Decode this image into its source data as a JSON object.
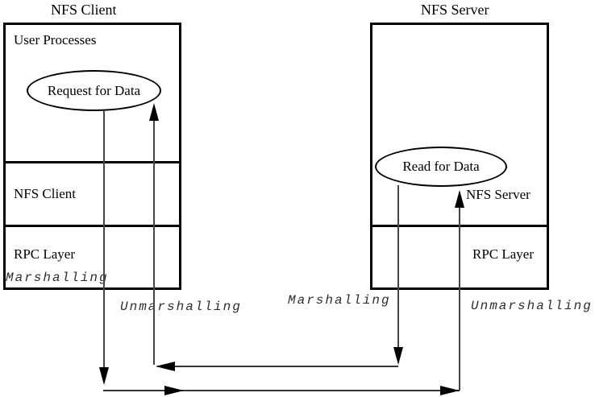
{
  "colors": {
    "background": "#ffffff",
    "box_border": "#000000",
    "connector_line": "#454545",
    "text": "#000000",
    "note_text": "#2e2e2e"
  },
  "client": {
    "title": "NFS Client",
    "user_processes_label": "User Processes",
    "request_ellipse_label": "Request for Data",
    "nfs_client_label": "NFS Client",
    "rpc_layer_label": "RPC Layer",
    "marshalling_label": "Marshalling",
    "unmarshalling_label": "Unmarshalling"
  },
  "server": {
    "title": "NFS Server",
    "read_ellipse_label": "Read for Data",
    "nfs_server_label": "NFS Server",
    "rpc_layer_label": "RPC Layer",
    "marshalling_label": "Marshalling",
    "unmarshalling_label": "Unmarshalling"
  }
}
